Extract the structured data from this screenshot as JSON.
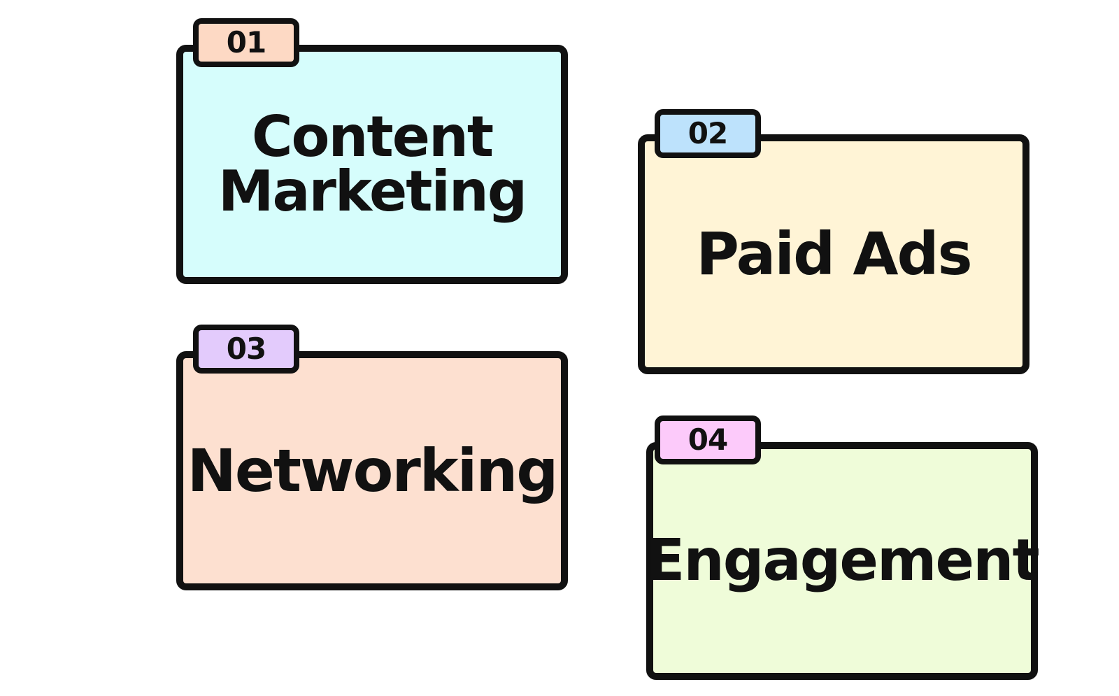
{
  "folders": [
    {
      "number": "01",
      "label": "Content\nMarketing",
      "tab_color": "#fdd9c4",
      "body_color": "#d6fdfc"
    },
    {
      "number": "02",
      "label": "Paid Ads",
      "tab_color": "#bde2fc",
      "body_color": "#fff4d6"
    },
    {
      "number": "03",
      "label": "Networking",
      "tab_color": "#e3cbfc",
      "body_color": "#fde0d0"
    },
    {
      "number": "04",
      "label": "Engagement",
      "tab_color": "#fccafa",
      "body_color": "#effcd9"
    }
  ]
}
